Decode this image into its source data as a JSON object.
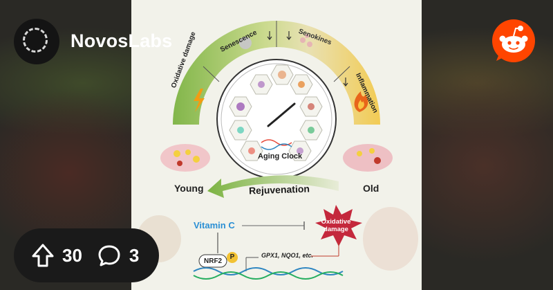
{
  "community": {
    "name": "NovosLabs"
  },
  "post": {
    "upvotes": "30",
    "comments": "3"
  },
  "figure": {
    "arc_labels": {
      "oxidative_damage": "Oxidative damage",
      "senescence": "Senescence",
      "senokines": "Senokines",
      "inflammation": "Inflammation"
    },
    "clock_label": "Aging Clock",
    "young_label": "Young",
    "old_label": "Old",
    "rejuvenation_label": "Rejuvenation",
    "vitamin_label": "Vitamin C",
    "nrf2_label": "NRF2",
    "p_label": "P",
    "genes_label": "GPX1, NQO1, etc.",
    "damage_label": "Oxidative damage"
  },
  "icons": {
    "avatar": "dashed-circle-icon",
    "reddit": "reddit-snoo-icon",
    "upvote": "arrow-up-icon",
    "comment": "speech-bubble-icon"
  },
  "colors": {
    "reddit_orange": "#ff4500",
    "vitamin_blue": "#2b8fd4",
    "damage_red": "#c4283c",
    "arc_green": "#7cb342",
    "arc_yellow": "#f2d46b"
  }
}
